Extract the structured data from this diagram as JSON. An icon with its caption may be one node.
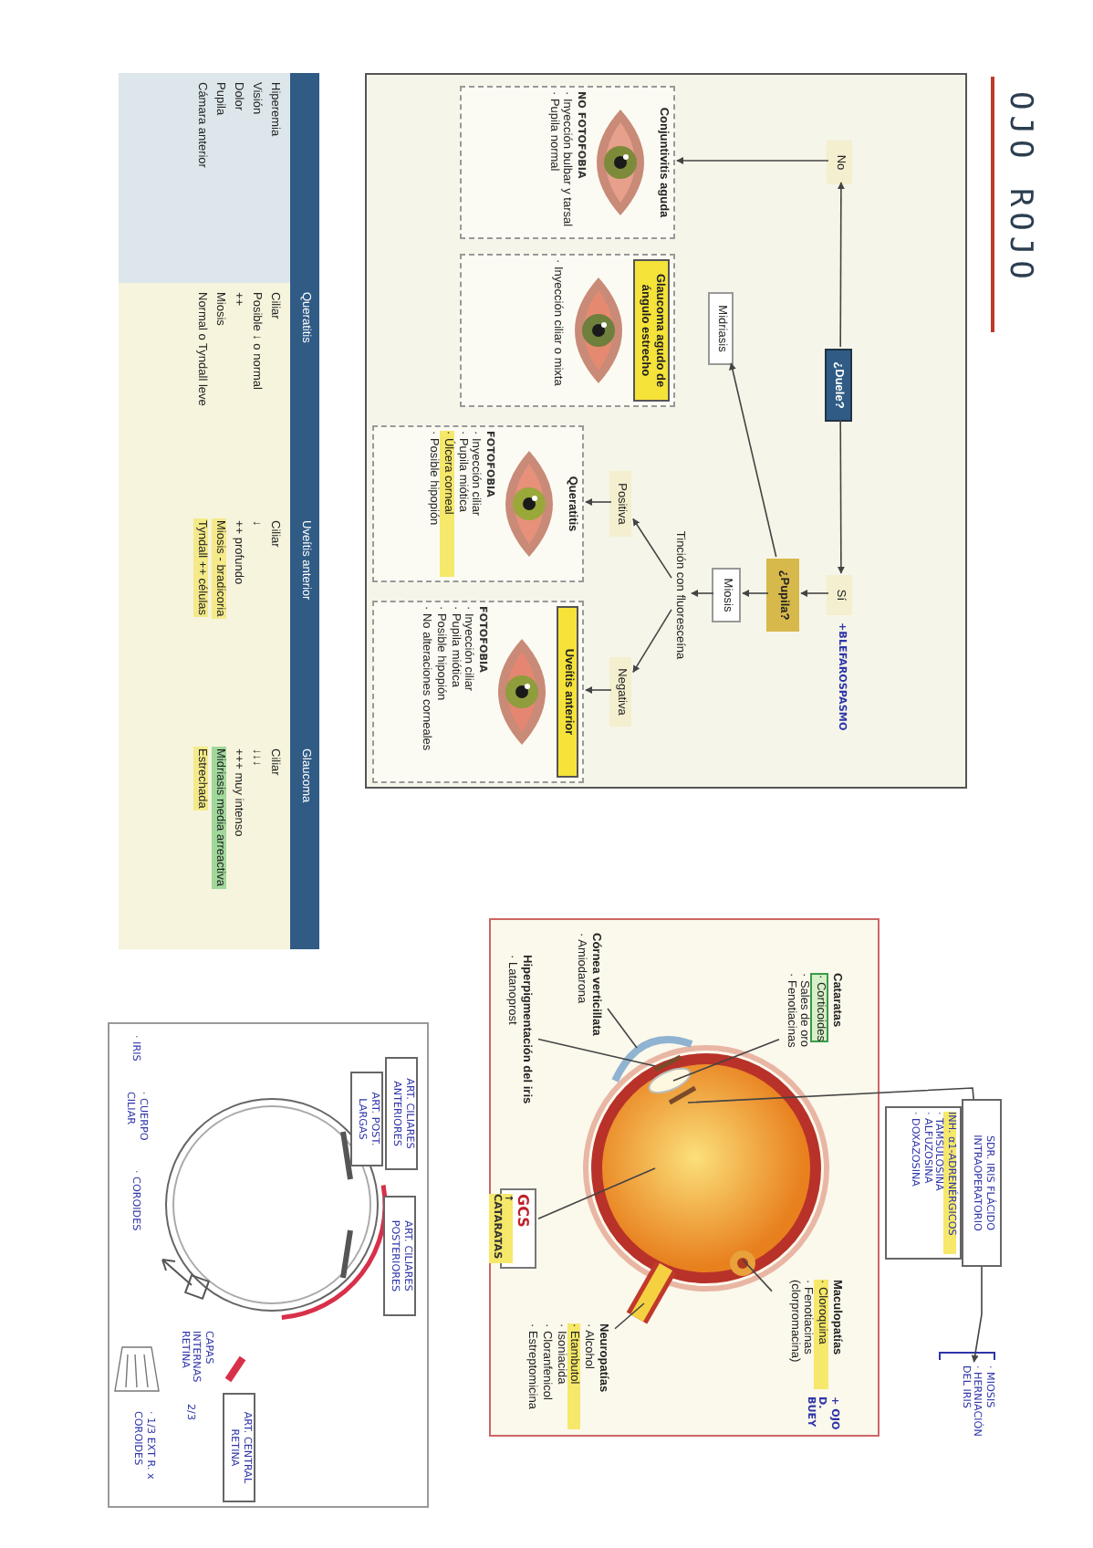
{
  "diagram": {
    "title": "OJO ROJO",
    "nodes": [
      {
        "text": [],
        "shape": "box"
      },
      {
        "text": [
          "¿Duele?"
        ],
        "in": 0
      },
      {
        "text": [
          "No"
        ],
        "in": 0
      },
      {
        "text": [
          "Sí"
        ],
        "beside": [
          "+BLEFAROSPASMO"
        ],
        "in": 0
      },
      {
        "text": [
          "Conjuntivitis aguda",
          "NO FOTOFOBIA",
          "· Inyección bulbar y tarsal",
          "· Pupila normal"
        ],
        "in": 0
      },
      {
        "text": [
          "Glaucoma agudo de ángulo estrecho",
          "· Inyección ciliar o mixta"
        ],
        "in": 0
      },
      {
        "text": [
          "Midriasis"
        ],
        "in": 0
      },
      {
        "text": [
          "¿Pupila?"
        ],
        "in": 0
      },
      {
        "text": [
          "Miosis"
        ],
        "in": 0
      },
      {
        "text": [
          "Tinción con fluoresceína"
        ],
        "in": 0
      },
      {
        "text": [
          "Positiva"
        ],
        "in": 0
      },
      {
        "text": [
          "Negativa"
        ],
        "in": 0
      },
      {
        "text": [
          "Queratitis",
          "FOTOFOBIA",
          "· Inyección ciliar",
          "· Pupila miótica",
          "· Úlcera corneal",
          "· Posible hipopión"
        ],
        "in": 0
      },
      {
        "text": [
          "Uveítis anterior",
          "FOTOFOBIA",
          "· Inyección ciliar",
          "· Pupila miótica",
          "· Posible hipopión",
          "· No alteraciones corneales"
        ],
        "in": 0
      },
      {
        "text": [],
        "shape": "box"
      },
      {
        "text": [
          "Cataratas",
          "· Corticoides",
          "· Sales de oro",
          "· Fenotiacinas"
        ],
        "in": 14
      },
      {
        "text": [
          "Córnea verticillata",
          "· Amiodarona"
        ],
        "in": 14
      },
      {
        "text": [
          "Hiperpigmentación del iris",
          "· Latanoprost"
        ],
        "in": 14
      },
      {
        "text": [
          "GCS",
          "↑ CATARATAS"
        ],
        "in": 14
      },
      {
        "text": [
          "Maculopatías",
          "· Cloroquina",
          "· Fenotiacinas (clorpromacina)"
        ],
        "beside": [
          "+ OJO D. BUEY"
        ],
        "in": 14
      },
      {
        "text": [
          "Neuropatías",
          "· Alcohol",
          "· Etambutol",
          "· Isoniacida",
          "· Cloranfenicol",
          "· Estreptomicina"
        ],
        "in": 14
      },
      {
        "text": [
          "SDR. IRIS FLÁCIDO INTRAOPERATORIO"
        ]
      },
      {
        "text": [
          "INH. α1-ADRENÉRGICOS",
          "· TAMSULOSINA",
          "· ALFUZOSINA",
          "· DOXAZOSINA"
        ]
      },
      {
        "text": [
          "· MIOSIS",
          "· HERNIACIÓN DEL IRIS"
        ]
      },
      {
        "text": [],
        "shape": "box"
      },
      {
        "text": [
          "ART. CILIARES ANTERIORES"
        ],
        "in": 24
      },
      {
        "text": [
          "ART. POST. LARGAS"
        ],
        "in": 24
      },
      {
        "text": [
          "ART. CILIARES POSTERIORES"
        ],
        "in": 24
      },
      {
        "text": [
          "ART. CENTRAL RETINA"
        ],
        "in": 24
      }
    ],
    "edges": [
      {
        "from": 1,
        "to": 2,
        "arrow": "to"
      },
      {
        "from": 2,
        "to": 4,
        "arrow": "to"
      },
      {
        "from": 1,
        "to": 3,
        "arrow": "to"
      },
      {
        "from": 3,
        "to": 7,
        "arrow": "to"
      },
      {
        "from": 7,
        "to": 6,
        "arrow": "to"
      },
      {
        "from": 7,
        "to": 8,
        "arrow": "to"
      },
      {
        "from": 8,
        "to": 9,
        "arrow": "to"
      },
      {
        "from": 9,
        "to": 10,
        "arrow": "to"
      },
      {
        "from": 9,
        "to": 11,
        "arrow": "to"
      },
      {
        "from": 10,
        "to": 12,
        "arrow": "to"
      },
      {
        "from": 11,
        "to": 13,
        "arrow": "to"
      },
      {
        "from": 15,
        "to": null,
        "arrow": "none"
      },
      {
        "from": 16,
        "to": null,
        "arrow": "none"
      },
      {
        "from": 17,
        "to": null,
        "arrow": "none"
      },
      {
        "from": 18,
        "to": null,
        "arrow": "none"
      },
      {
        "from": 19,
        "to": null,
        "arrow": "none"
      },
      {
        "from": 20,
        "to": null,
        "arrow": "none"
      },
      {
        "from": 21,
        "to": null,
        "arrow": "none"
      },
      {
        "from": 21,
        "to": 23,
        "arrow": "to"
      }
    ],
    "labels": [
      "Queratitis",
      "Uveítis anterior",
      "Glaucoma",
      "Hiperemia",
      "Ciliar",
      "Ciliar",
      "Ciliar",
      "Visión",
      "Posible ↓ o normal",
      "↓",
      "↓↓↓",
      "Dolor",
      "++",
      "++ profundo",
      "+++ muy intenso",
      "Pupila",
      "Miosis",
      "Miosis - bradicoria",
      "Midriasis media arreactiva",
      "Cámara anterior",
      "Normal o Tyndall leve",
      "Tyndall ++ células",
      "Estrechada",
      "· IRIS",
      "· CUERPO CILIAR",
      "· COROIDES",
      "CAPAS INTERNAS RETINA",
      "2/3",
      "· 1/3 EXT R. x COROIDES"
    ]
  }
}
